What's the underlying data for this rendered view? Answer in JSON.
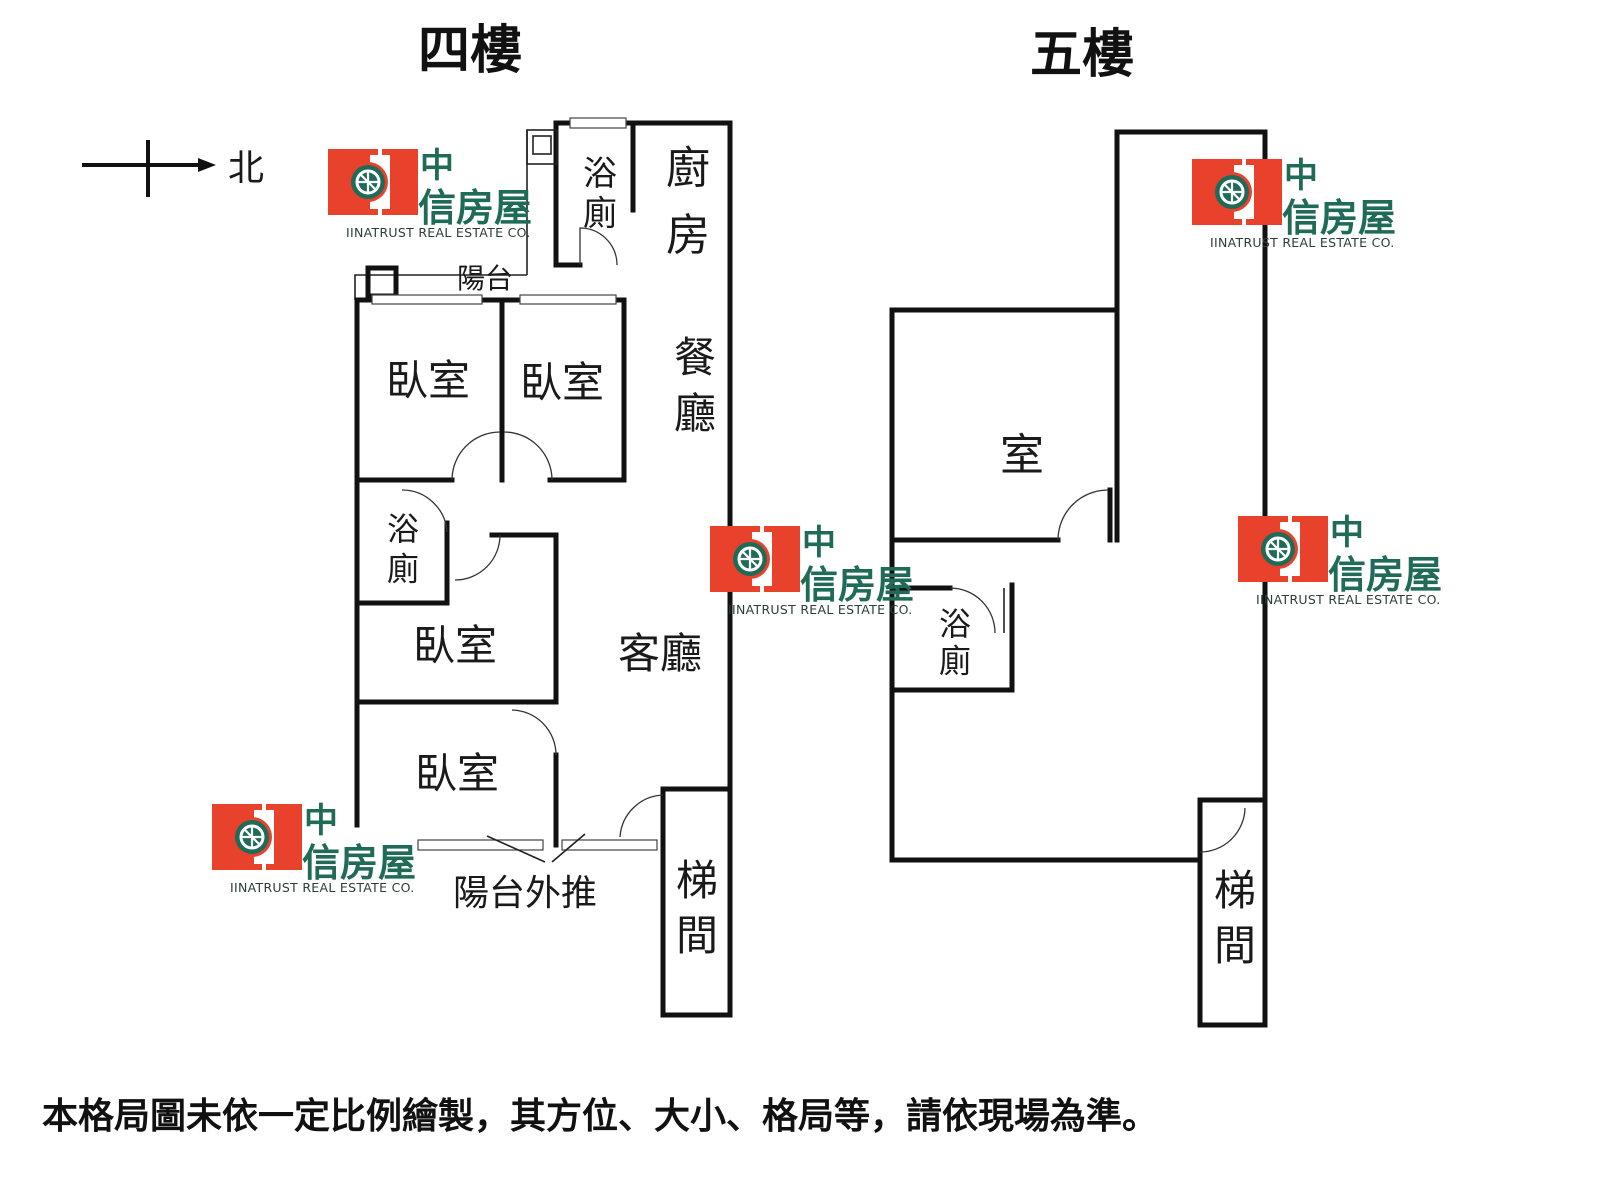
{
  "titles": {
    "floor4": "四樓",
    "floor5": "五樓"
  },
  "compass": {
    "north": "北"
  },
  "floor4": {
    "bath_top_1": "浴",
    "bath_top_2": "廁",
    "kitchen_1": "廚",
    "kitchen_2": "房",
    "balcony_top": "陽台",
    "bedroom_1": "臥室",
    "bedroom_2": "臥室",
    "dining_1": "餐",
    "dining_2": "廳",
    "bath_mid_1": "浴",
    "bath_mid_2": "廁",
    "bedroom_3": "臥室",
    "living": "客廳",
    "bedroom_4": "臥室",
    "stair_1": "梯",
    "stair_2": "間",
    "balcony_out": "陽台外推"
  },
  "floor5": {
    "room": "室",
    "bath_1": "浴",
    "bath_2": "廁",
    "stair_1": "梯",
    "stair_2": "間"
  },
  "logo": {
    "cn_top": "中",
    "cn_bottom": "信房屋",
    "en": "IINATRUST REAL ESTATE CO."
  },
  "colors": {
    "logo_red": "#e8412c",
    "logo_green": "#1f6b57",
    "wall": "#111111"
  },
  "footer_note": "本格局圖未依一定比例繪製，其方位、大小、格局等，請依現場為準。"
}
